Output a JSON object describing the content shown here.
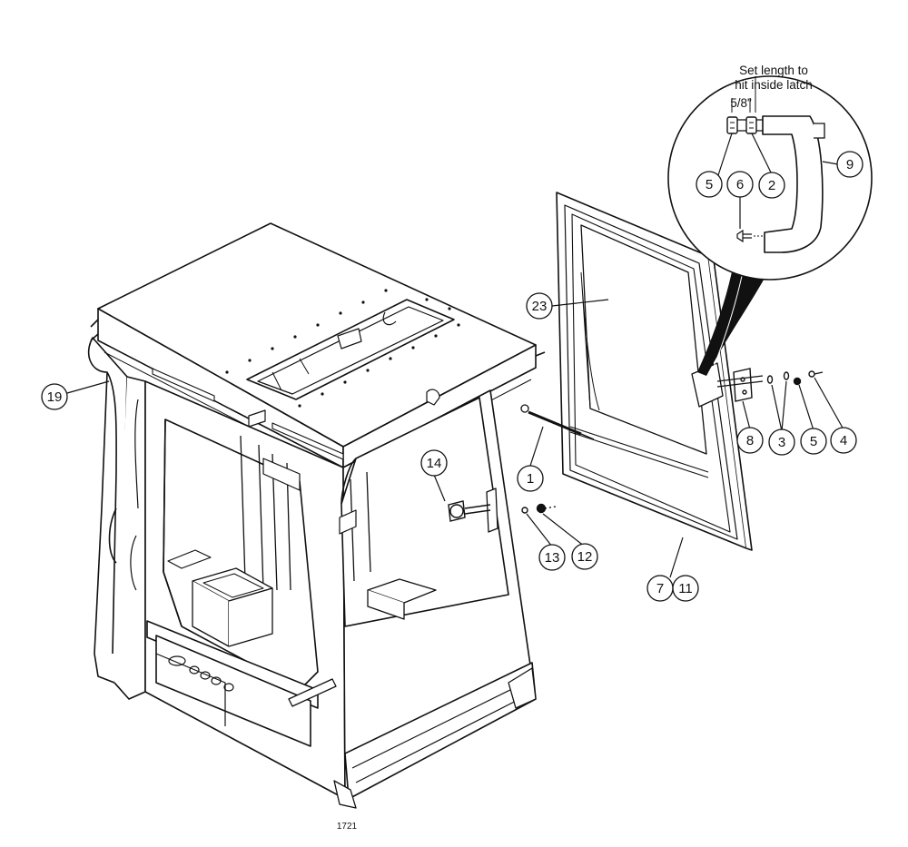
{
  "figure_number": "1721",
  "detail_note": {
    "line1": "Set length to",
    "line2": "hit inside latch",
    "dimension": "5/8\""
  },
  "callouts": [
    "19",
    "14",
    "13",
    "12",
    "1",
    "23",
    "7",
    "11",
    "8",
    "3",
    "5",
    "4",
    "5",
    "2",
    "6",
    "9"
  ],
  "colors": {
    "ink": "#111111",
    "paper": "#ffffff",
    "shade": "#cfcfcf"
  }
}
